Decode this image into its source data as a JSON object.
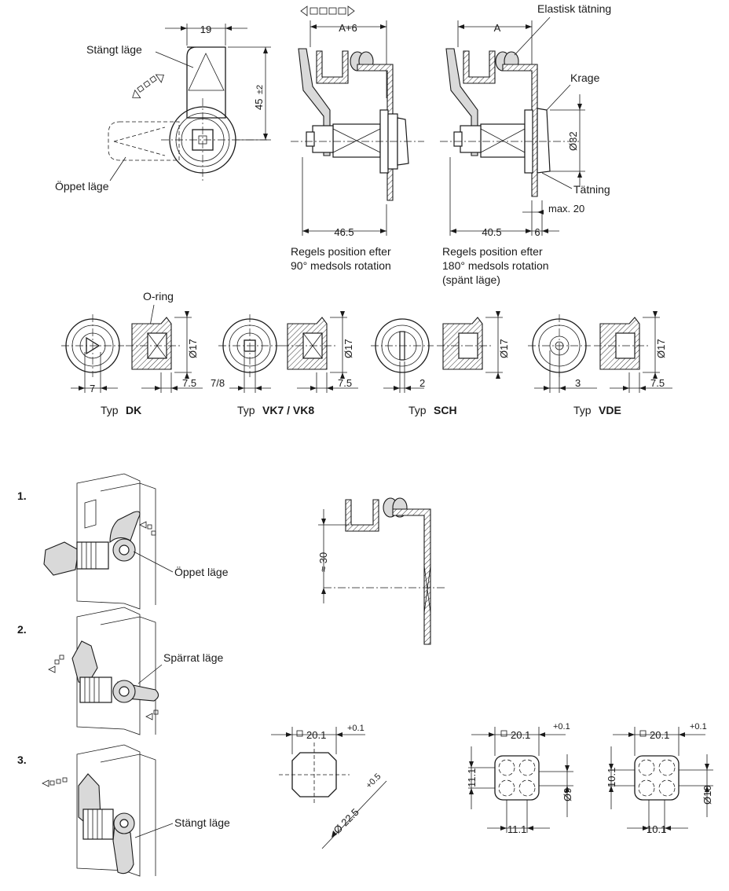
{
  "top_view": {
    "dim_width": "19",
    "dim_height": "45",
    "dim_height_tol": "±2",
    "label_closed": "Stängt läge",
    "label_open": "Öppet läge"
  },
  "side_view_1": {
    "dim_top": "A+6",
    "dim_bottom": "46.5",
    "caption_line1": "Regels position efter",
    "caption_line2": "90° medsols rotation"
  },
  "side_view_2": {
    "dim_top": "A",
    "label_seal_elastic": "Elastisk tätning",
    "label_collar": "Krage",
    "dim_diameter": "Ø32",
    "label_seal": "Tätning",
    "dim_max": "max. 20",
    "dim_bottom": "40.5",
    "dim_collar": "6",
    "caption_line1": "Regels position efter",
    "caption_line2": "180° medsols rotation",
    "caption_line3": "(spänt läge)"
  },
  "types": {
    "oring_label": "O-ring",
    "items": [
      {
        "prefix": "Typ ",
        "name": "DK",
        "dim_front": "7",
        "dim_side": "Ø17",
        "dim_depth": "7.5"
      },
      {
        "prefix": "Typ ",
        "name": "VK7 / VK8",
        "dim_front": "7/8",
        "dim_side": "Ø17",
        "dim_depth": "7.5"
      },
      {
        "prefix": "Typ ",
        "name": "SCH",
        "dim_front": "2",
        "dim_side": "Ø17",
        "dim_depth": ""
      },
      {
        "prefix": "Typ ",
        "name": "VDE",
        "dim_front": "3",
        "dim_side": "Ø17",
        "dim_depth": "7.5"
      }
    ]
  },
  "steps": [
    {
      "num": "1.",
      "label": "Öppet läge"
    },
    {
      "num": "2.",
      "label": "Spärrat läge"
    },
    {
      "num": "3.",
      "label": "Stängt läge"
    }
  ],
  "door_section": {
    "dim": "≈ 30"
  },
  "cutouts": [
    {
      "square": "20.1",
      "tol": "+0.1",
      "diameter": "Ø 22.5",
      "dia_tol": "+0.5"
    },
    {
      "square": "20.1",
      "tol": "+0.1",
      "h": "11.1",
      "w": "11.1",
      "hole": "Ø9"
    },
    {
      "square": "20.1",
      "tol": "+0.1",
      "h": "10.1",
      "w": "10.1",
      "hole": "Ø10"
    }
  ]
}
